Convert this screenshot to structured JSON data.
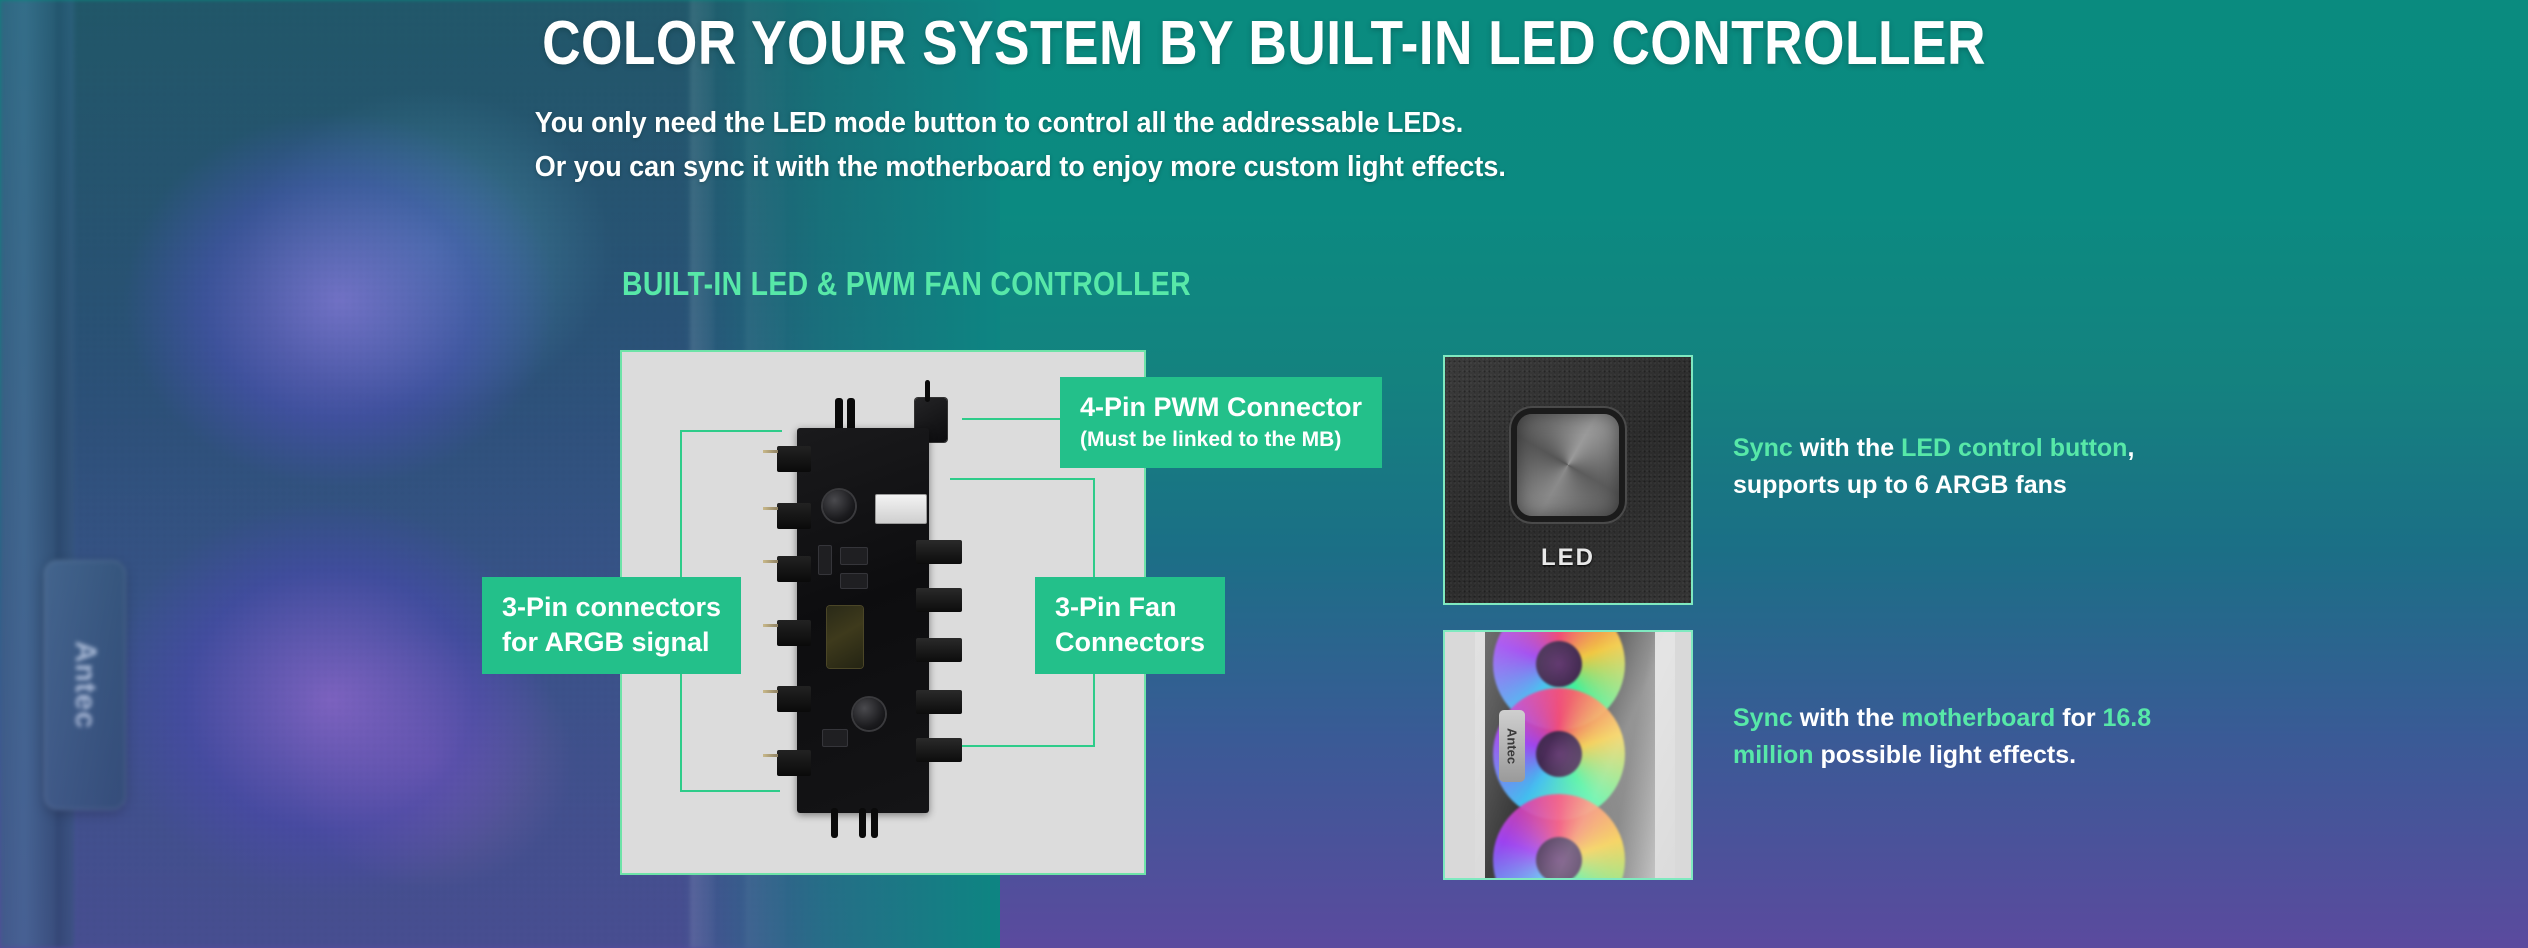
{
  "theme": {
    "accent_green": "#23c08a",
    "mint": "#57e8a8",
    "panel_bg": "#dcdcdc",
    "bg_top": "#0a8b7f",
    "bg_bottom": "#5b4a9e"
  },
  "header": {
    "headline": "COLOR YOUR SYSTEM BY BUILT-IN LED CONTROLLER",
    "subline_1": "You only need the LED mode button to control all the addressable LEDs.",
    "subline_2": "Or you can sync it with the motherboard to enjoy more custom light effects."
  },
  "section": {
    "label": "BUILT-IN LED & PWM FAN CONTROLLER"
  },
  "callouts": {
    "pwm": {
      "title": "4-Pin PWM Connector",
      "subtitle": "(Must be linked to the MB)"
    },
    "argb": {
      "line_1": "3-Pin connectors",
      "line_2": "for ARGB signal"
    },
    "fan": {
      "line_1": "3-Pin Fan",
      "line_2": "Connectors"
    }
  },
  "thumbnails": {
    "led_button": {
      "caption": "LED"
    },
    "rgb_fans": {
      "brand": "Antec"
    }
  },
  "side_texts": {
    "first": {
      "w1": "Sync",
      "w2": " with the ",
      "w3": "LED control button",
      "w4": ", supports up to 6 ARGB fans"
    },
    "second": {
      "w1": "Sync",
      "w2": " with the ",
      "w3": "motherboard",
      "w4": " for ",
      "w5": "16.8 million",
      "w6": " possible light effects."
    }
  },
  "background": {
    "brand_badge": "Antec"
  }
}
